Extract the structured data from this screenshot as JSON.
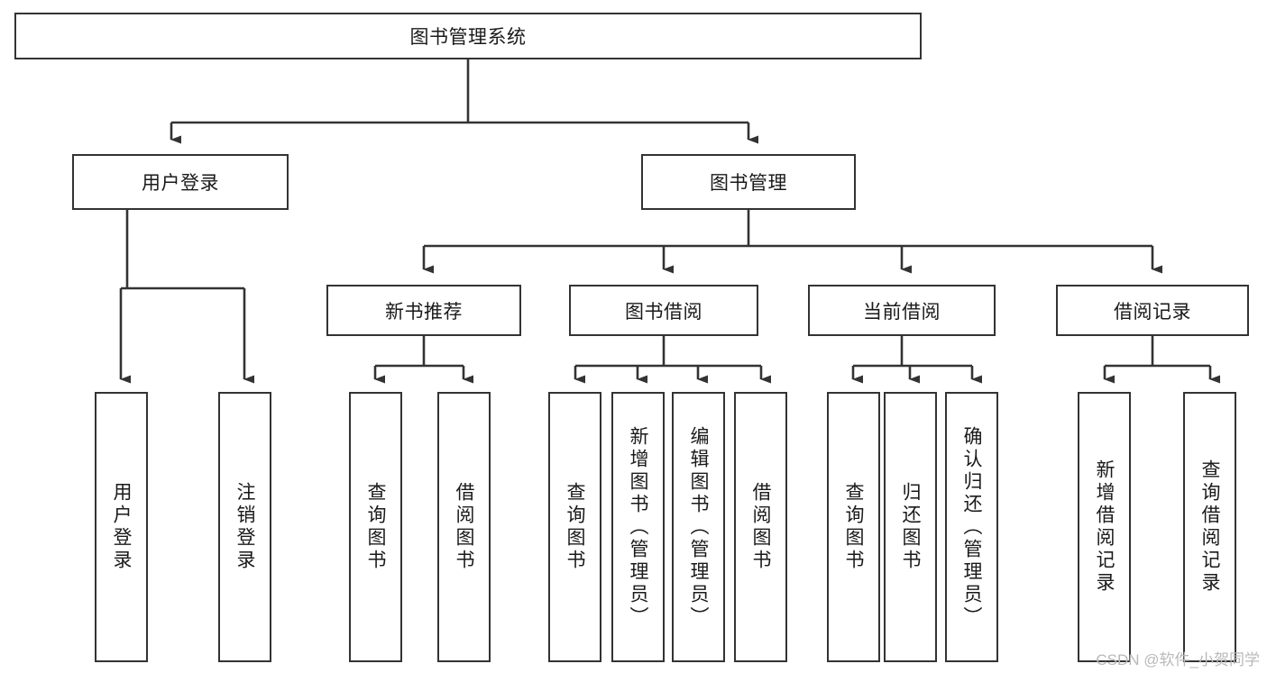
{
  "diagram": {
    "type": "tree-hierarchy",
    "title": "图书管理系统",
    "root": {
      "label": "图书管理系统"
    },
    "level2": [
      {
        "label": "用户登录"
      },
      {
        "label": "图书管理"
      }
    ],
    "level3": [
      {
        "label": "新书推荐"
      },
      {
        "label": "图书借阅"
      },
      {
        "label": "当前借阅"
      },
      {
        "label": "借阅记录"
      }
    ],
    "leaves": [
      {
        "label": "用户登录"
      },
      {
        "label": "注销登录"
      },
      {
        "label": "查询图书"
      },
      {
        "label": "借阅图书"
      },
      {
        "label": "查询图书"
      },
      {
        "label": "新增图书（管理员）"
      },
      {
        "label": "编辑图书（管理员）"
      },
      {
        "label": "借阅图书"
      },
      {
        "label": "查询图书"
      },
      {
        "label": "归还图书"
      },
      {
        "label": "确认归还（管理员）"
      },
      {
        "label": "新增借阅记录"
      },
      {
        "label": "查询借阅记录"
      }
    ]
  },
  "watermark": {
    "text": "CSDN @软件_小贺同学"
  },
  "colors": {
    "stroke": "#333333",
    "background": "#ffffff",
    "text": "#1a1a1a",
    "watermark": "#b9b9b9"
  }
}
